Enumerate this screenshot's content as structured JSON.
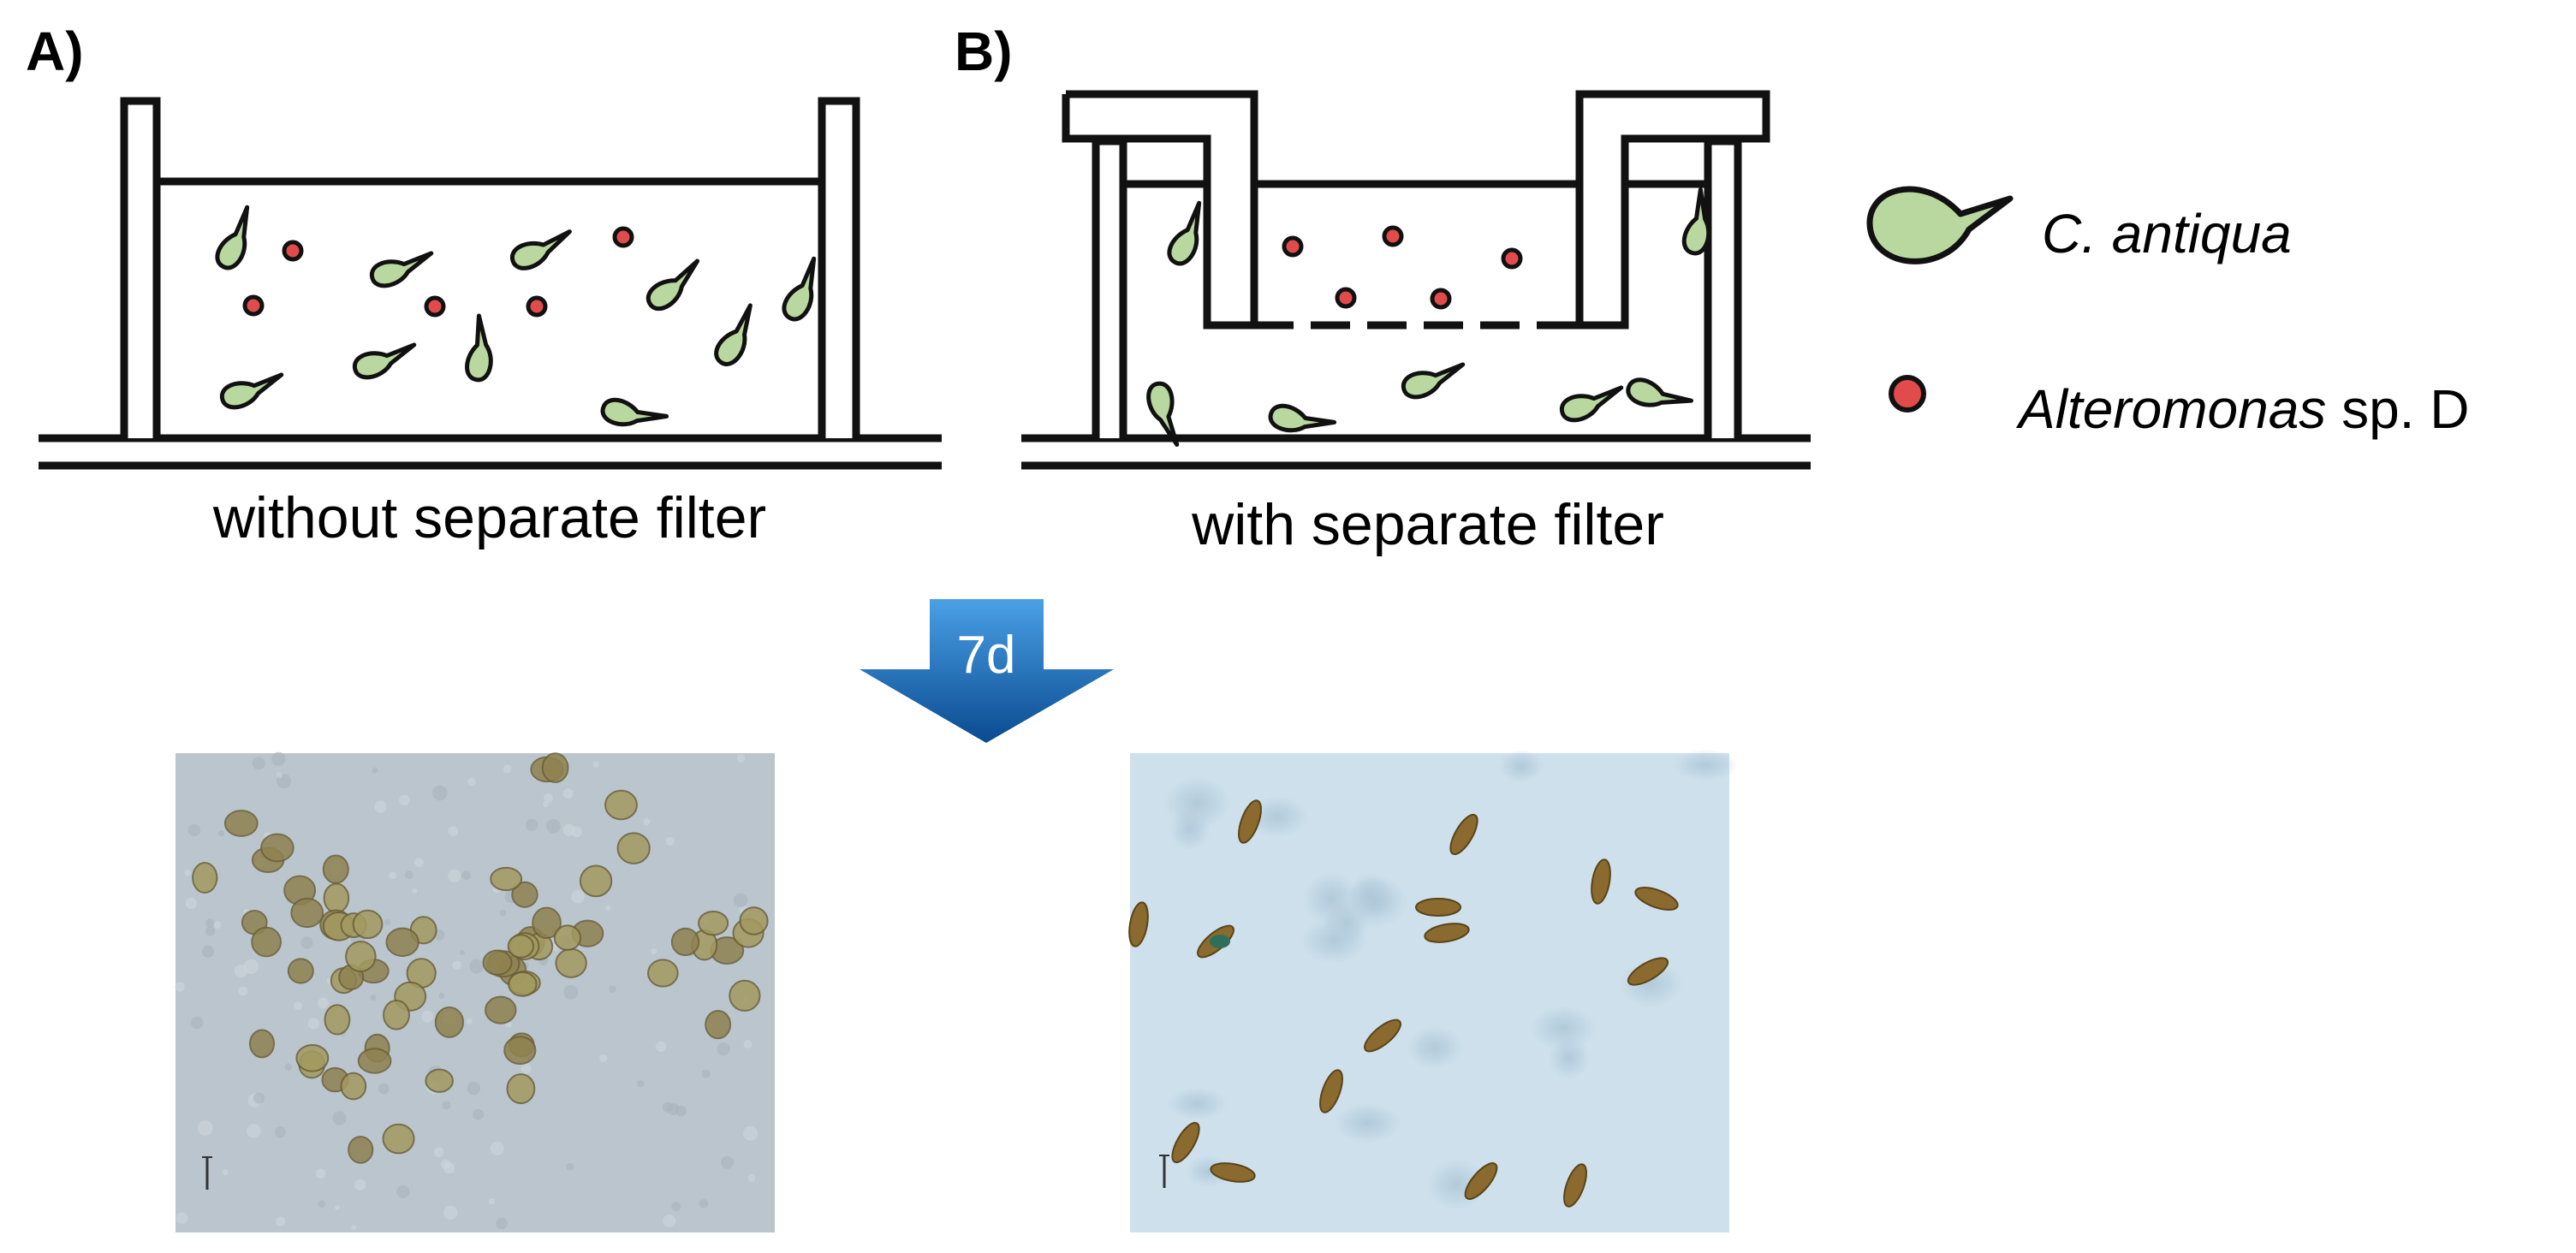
{
  "panels": [
    {
      "letter": "A)",
      "caption": "without separate filter"
    },
    {
      "letter": "B)",
      "caption": "with separate filter"
    }
  ],
  "arrow": {
    "label": "7d"
  },
  "legend": {
    "items": [
      {
        "label_italic": "C. antiqua",
        "label_rest": "",
        "icon": "flagellate-cell-icon"
      },
      {
        "label_italic": "Alteromonas",
        "label_rest": " sp. D",
        "icon": "bacterium-dot-icon"
      }
    ]
  },
  "colors": {
    "cell_fill": "#b9d8a0",
    "bacterium_fill": "#e24b4b",
    "outline": "#111111",
    "arrow_top": "#3a8fd6",
    "arrow_bottom": "#0a4c94",
    "micrograph_a_bg": "#bcc7cf",
    "micrograph_b_bg": "#cfe2ee"
  }
}
